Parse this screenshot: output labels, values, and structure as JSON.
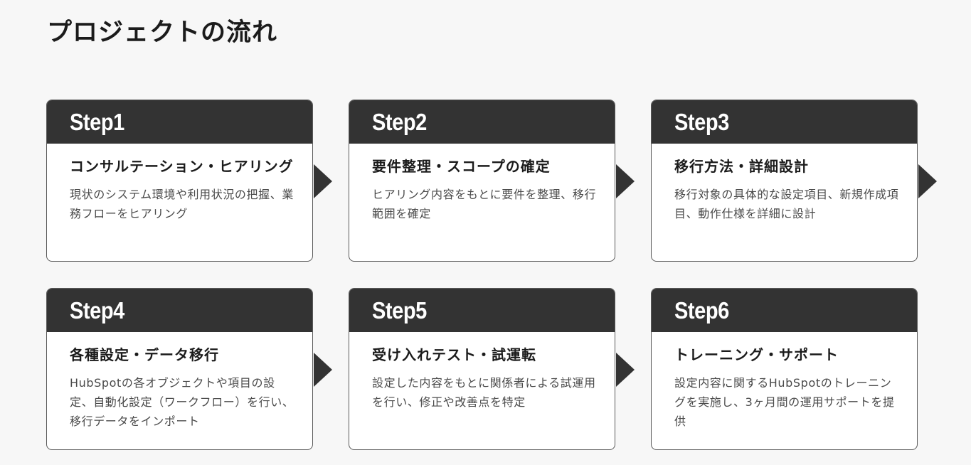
{
  "page": {
    "title": "プロジェクトの流れ"
  },
  "steps": [
    {
      "label": "Step1",
      "title": "コンサルテーション・ヒアリング",
      "description": "現状のシステム環境や利用状況の把握、業務フローをヒアリング"
    },
    {
      "label": "Step2",
      "title": "要件整理・スコープの確定",
      "description": "ヒアリング内容をもとに要件を整理、移行範囲を確定"
    },
    {
      "label": "Step3",
      "title": "移行方法・詳細設計",
      "description": "移行対象の具体的な設定項目、新規作成項目、動作仕様を詳細に設計"
    },
    {
      "label": "Step4",
      "title": "各種設定・データ移行",
      "description": "HubSpotの各オブジェクトや項目の設定、自動化設定（ワークフロー）を行い、移行データをインポート"
    },
    {
      "label": "Step5",
      "title": "受け入れテスト・試運転",
      "description": "設定した内容をもとに関係者による試運用を行い、修正や改善点を特定"
    },
    {
      "label": "Step6",
      "title": "トレーニング・サポート",
      "description": "設定内容に関するHubSpotのトレーニングを実施し、3ヶ月間の運用サポートを提供"
    }
  ],
  "colors": {
    "background": "#f7f7f7",
    "header": "#333333",
    "card": "#ffffff",
    "arrow": "#333333"
  }
}
